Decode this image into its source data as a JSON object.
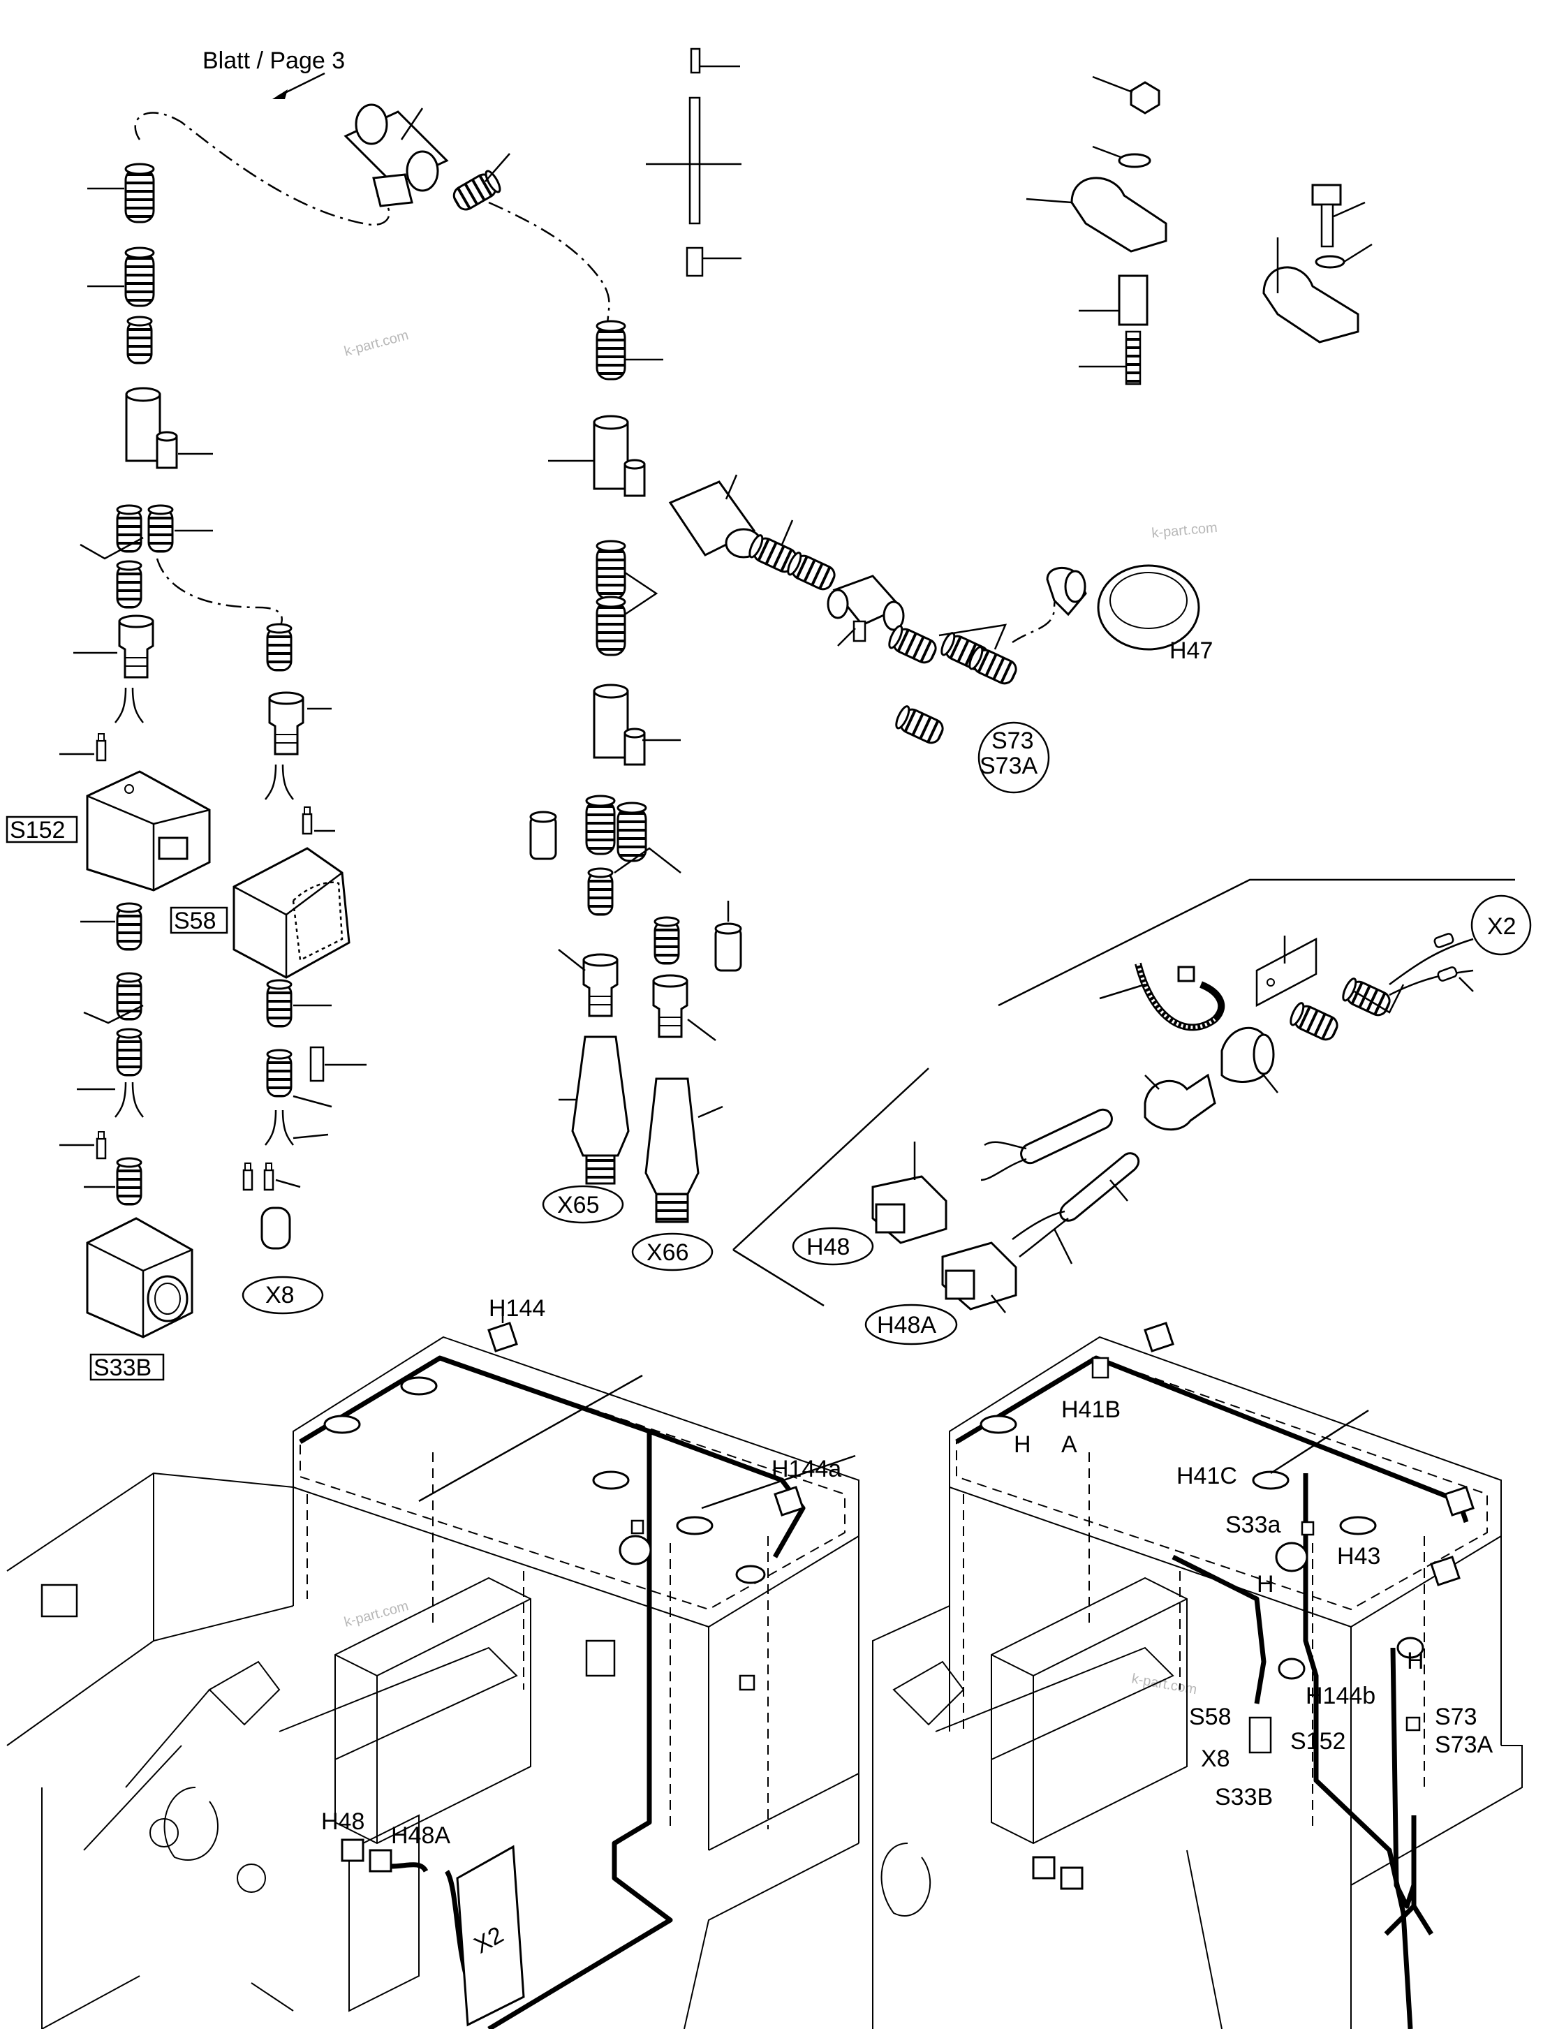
{
  "diagram": {
    "page_reference": "Blatt / Page 3",
    "watermark": "k-part.com",
    "component_labels": {
      "S152": "S152",
      "S58": "S58",
      "S33B": "S33B",
      "X8": "X8",
      "X65": "X65",
      "X66": "X66",
      "H47": "H47",
      "S73": "S73",
      "S73A": "S73A",
      "X2": "X2",
      "H48": "H48",
      "H48A": "H48A",
      "H144": "H144",
      "H144a": "H144a"
    },
    "machine_right_labels": {
      "H41B": "H41B",
      "A": "A",
      "H": "H",
      "H41C": "H41C",
      "S33a": "S33a",
      "H43": "H43",
      "H144b": "H144b",
      "S58": "S58",
      "S152": "S152",
      "X8": "X8",
      "S33B": "S33B",
      "S73": "S73",
      "S73A": "S73A"
    }
  }
}
